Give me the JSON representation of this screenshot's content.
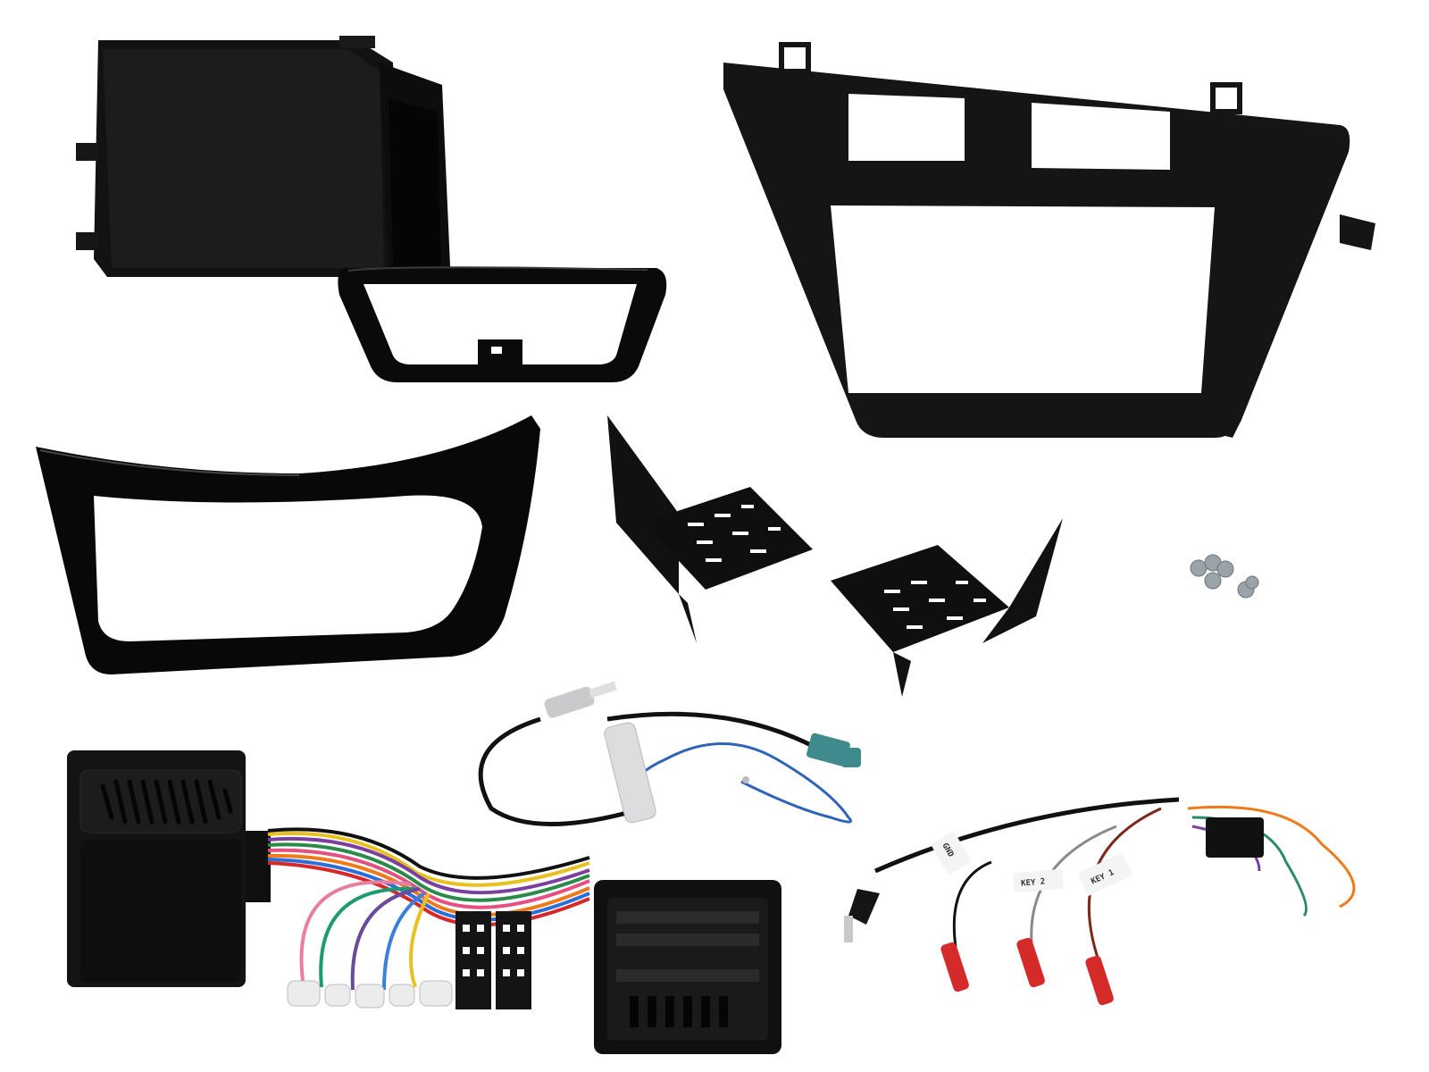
{
  "scene": {
    "description": "Car stereo double-DIN fitting kit product photo on white background",
    "background": "#ffffff",
    "colors": {
      "plastic_black": "#141414",
      "gloss_black": "#0a0a0a",
      "highlight": "#3a3a3a",
      "fakra_teal": "#3f8a8c",
      "antenna_silver": "#d9dadb",
      "fuse_red": "#d42a2a",
      "screw_grey": "#9aa3a8"
    }
  },
  "parts": [
    {
      "id": "pocket",
      "name": "Storage pocket (single DIN)"
    },
    {
      "id": "small-trim",
      "name": "Small gloss black trim ring"
    },
    {
      "id": "fascia",
      "name": "Double DIN fascia panel (matte black)"
    },
    {
      "id": "large-trim",
      "name": "Large gloss black climate trim"
    },
    {
      "id": "cage-left",
      "name": "Left mounting bracket"
    },
    {
      "id": "cage-right",
      "name": "Right mounting bracket"
    },
    {
      "id": "screws",
      "name": "Mounting screws",
      "count": 6
    },
    {
      "id": "interface",
      "name": "Steering wheel control interface box"
    },
    {
      "id": "iso-harness",
      "name": "ISO harness with speaker/power connectors"
    },
    {
      "id": "vehicle-connector",
      "name": "Vehicle quadlock connector"
    },
    {
      "id": "antenna-adapter",
      "name": "Fakra to DIN antenna adapter"
    },
    {
      "id": "swc-lead",
      "name": "Steering control patch lead with 3.5mm jack"
    }
  ],
  "swc_lead": {
    "labels": [
      "GND",
      "KEY 2",
      "KEY 1"
    ]
  }
}
